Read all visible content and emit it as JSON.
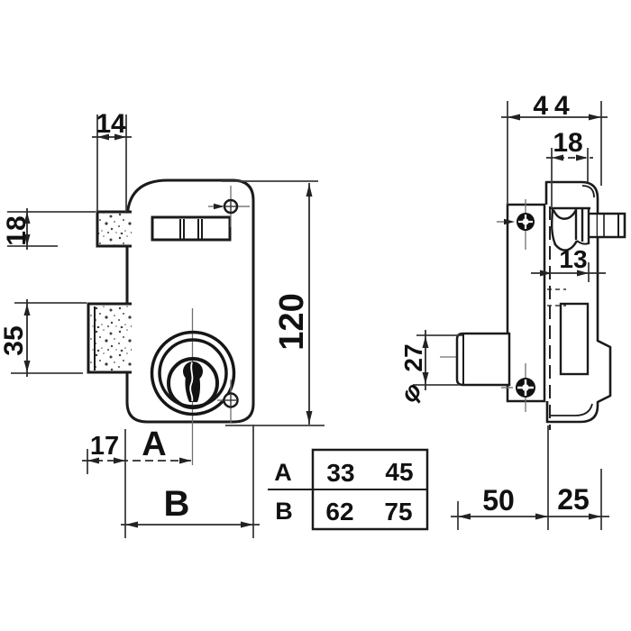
{
  "page": {
    "title": "Rim lock technical drawing",
    "paper_color": "#ffffff",
    "ink_color": "#1b1b1b"
  },
  "front_view": {
    "dim_latch_width": "14",
    "dim_latch_height": "18",
    "dim_bolt_height": "35",
    "dim_body_height": "120",
    "dim_edge_offset": "17",
    "dim_backset_label": "A",
    "dim_width_label": "B"
  },
  "side_view": {
    "dim_depth": "44",
    "dim_top_width": "18",
    "dim_latch_offset": "13",
    "diameter_symbol": "φ",
    "dim_cylinder_diameter": "27",
    "dim_case_depth": "50",
    "dim_overhang": "25"
  },
  "size_table": {
    "row_a_label": "A",
    "row_a_values": [
      "33",
      "45"
    ],
    "row_b_label": "B",
    "row_b_values": [
      "62",
      "75"
    ]
  }
}
